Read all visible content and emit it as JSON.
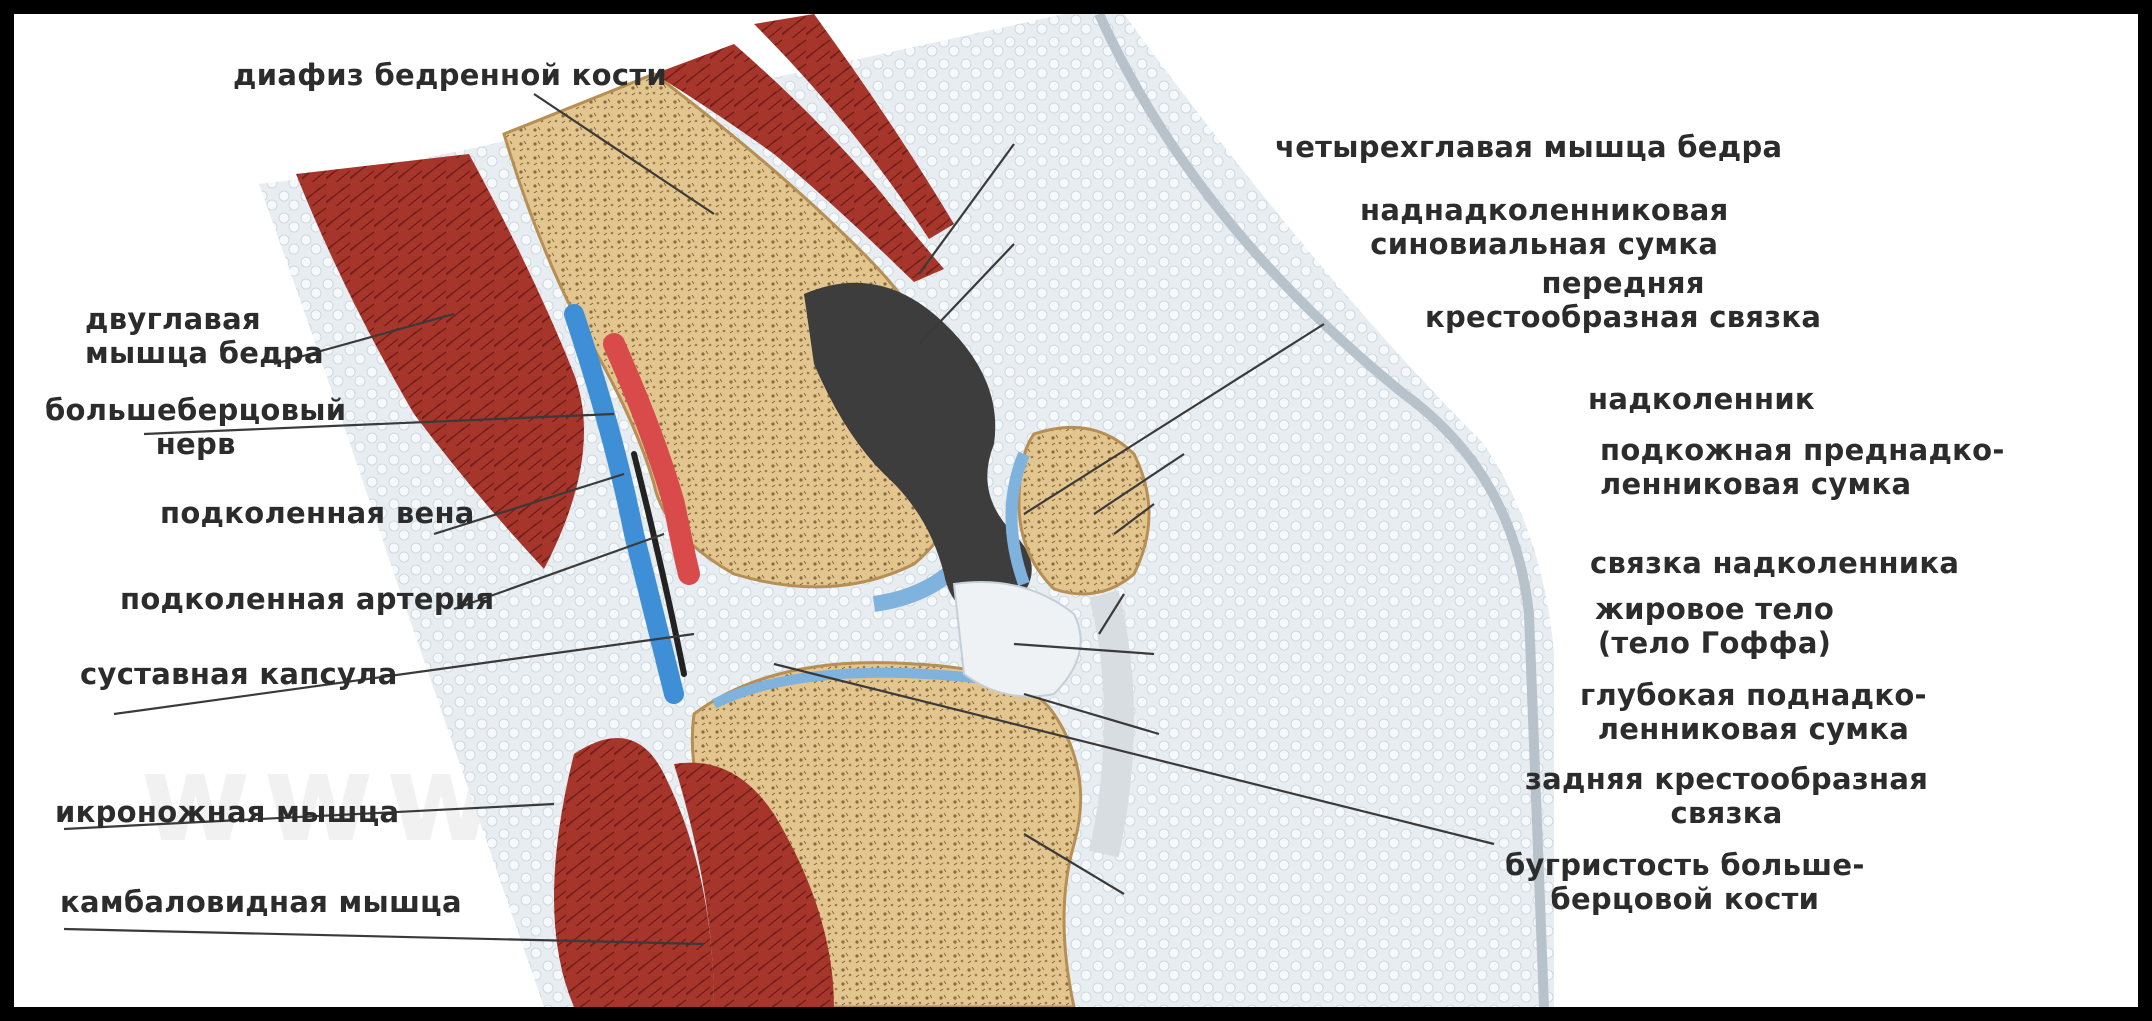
{
  "labels": {
    "femur_shaft": "диафиз бедренной кости",
    "quadriceps": "четырехглавая мышца бедра",
    "suprapatellar_1": "наднадколенниковая",
    "suprapatellar_2": "синовиальная сумка",
    "acl_1": "передняя",
    "acl_2": "крестообразная связка",
    "biceps_1": "двуглавая",
    "biceps_2": "мышца бедра",
    "tibial_nerve_1": "большеберцовый",
    "tibial_nerve_2": "нерв",
    "patella": "надколенник",
    "prepatellar_1": "подкожная преднадко-",
    "prepatellar_2": "ленниковая сумка",
    "popliteal_vein": "подколенная вена",
    "patellar_ligament": "связка надколенника",
    "popliteal_artery": "подколенная артерия",
    "fat_pad_1": "жировое тело",
    "fat_pad_2": "(тело Гоффа)",
    "capsule": "суставная капсула",
    "infrapatellar_1": "глубокая поднадко-",
    "infrapatellar_2": "ленниковая сумка",
    "pcl_1": "задняя крестообразная",
    "pcl_2": "связка",
    "gastrocnemius": "икроножная мышца",
    "tuberosity_1": "бугристость больше-",
    "tuberosity_2": "берцовой кости",
    "soleus": "камбаловидная мышца"
  },
  "watermark": "www.   .v.ru",
  "colors": {
    "background": "#ffffff",
    "frame": "#000000",
    "muscle": "#a8352c",
    "bone": "#e2c48e",
    "cartilage": "#7fb2dc",
    "synovial": "#3a3a3a",
    "vein": "#3f8fd6",
    "artery": "#d94a4a",
    "fat": "#e9eef2",
    "text": "#2c2c2c"
  }
}
